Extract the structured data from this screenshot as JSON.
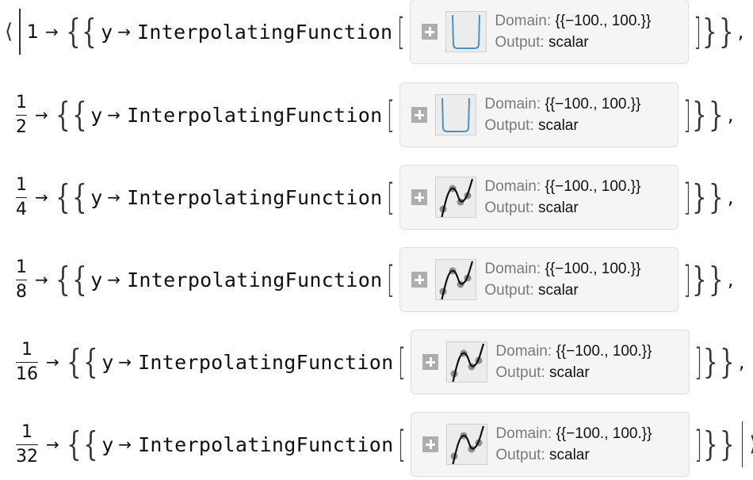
{
  "function_name": "InterpolatingFunction",
  "variable": "y",
  "arrow": "→",
  "domain_label": "Domain:",
  "domain_value": "{{−100., 100.}}",
  "output_label": "Output:",
  "output_value": "scalar",
  "open_delim": "⟨",
  "close_delim": "⟩",
  "rows": [
    {
      "key": "1",
      "numerator": null,
      "denominator": null,
      "plot": "u-shape-icon"
    },
    {
      "key": null,
      "numerator": "1",
      "denominator": "2",
      "plot": "u-shape-icon"
    },
    {
      "key": null,
      "numerator": "1",
      "denominator": "4",
      "plot": "cubic-curve-icon"
    },
    {
      "key": null,
      "numerator": "1",
      "denominator": "8",
      "plot": "cubic-curve-icon"
    },
    {
      "key": null,
      "numerator": "1",
      "denominator": "16",
      "plot": "cubic-curve-icon"
    },
    {
      "key": null,
      "numerator": "1",
      "denominator": "32",
      "plot": "cubic-curve-icon"
    }
  ],
  "colors": {
    "u_plot": "#4a90c8",
    "curve": "#111111",
    "dots": "#8c8c8c"
  }
}
